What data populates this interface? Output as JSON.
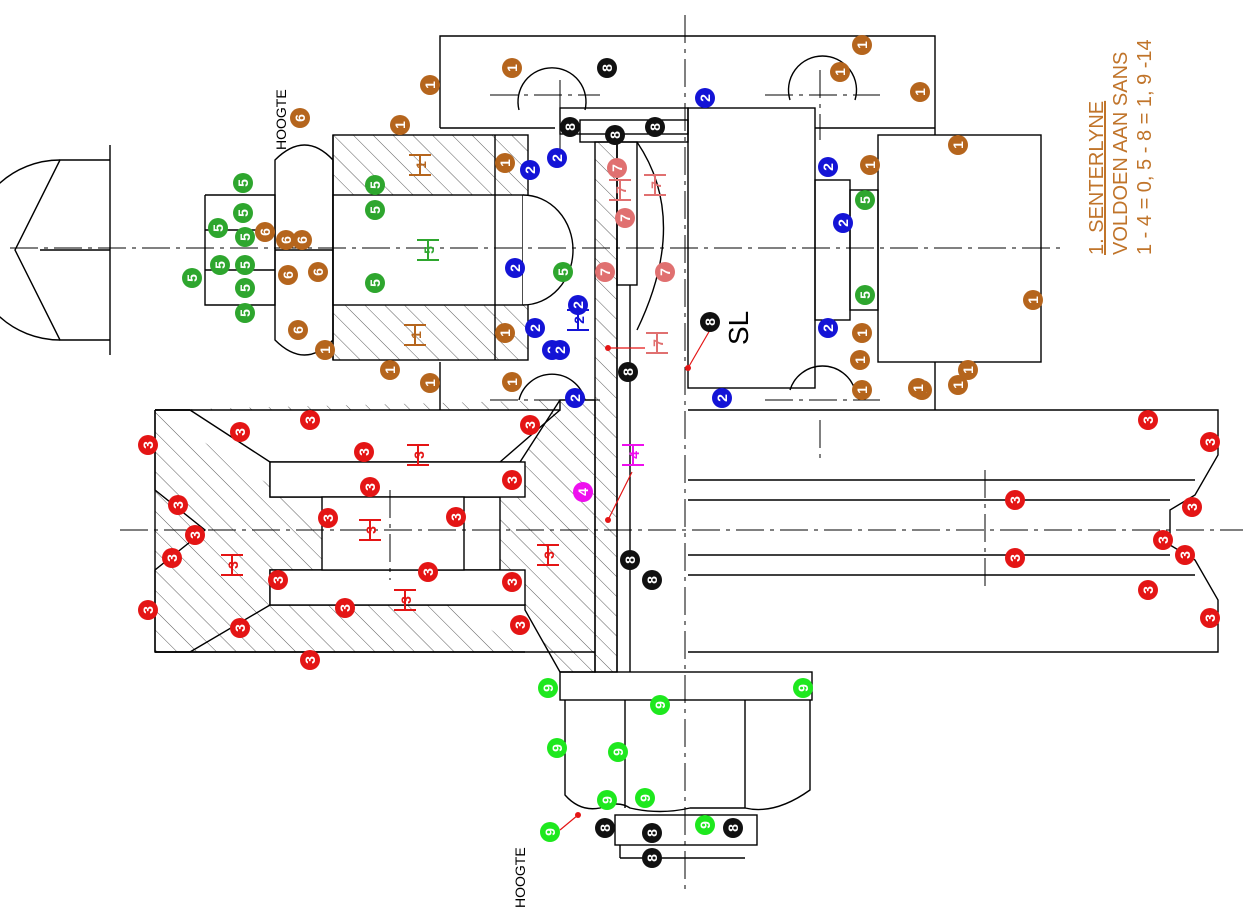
{
  "labels": {
    "hoogte_top": "HOOGTE",
    "hoogte_bottom": "HOOGTE",
    "sl": "SL"
  },
  "notes": {
    "line1": "1. SENTERLYNE",
    "line2": "VOLDOEN AAN SANS",
    "line3": "1 - 4 = 0, 5 - 8 = 1, 9 -14"
  },
  "colors": {
    "line": "#000000",
    "hatch": "#333333",
    "brown": "#b5651d",
    "black": "#111111",
    "blue": "#1414d6",
    "red": "#e41515",
    "green": "#2ea62e",
    "bright_green": "#1ee81e",
    "salmon": "#e07070",
    "magenta": "#ee10ee"
  },
  "markers": [
    {
      "n": "1",
      "c": "brown"
    },
    {
      "n": "1",
      "c": "brown"
    },
    {
      "n": "1",
      "c": "brown"
    },
    {
      "n": "1",
      "c": "brown"
    },
    {
      "n": "1",
      "c": "brown"
    },
    {
      "n": "1",
      "c": "brown"
    },
    {
      "n": "1",
      "c": "brown"
    },
    {
      "n": "1",
      "c": "brown"
    },
    {
      "n": "1",
      "c": "brown"
    },
    {
      "n": "1",
      "c": "brown"
    },
    {
      "n": "1",
      "c": "brown"
    },
    {
      "n": "1",
      "c": "brown"
    },
    {
      "n": "1",
      "c": "brown"
    },
    {
      "n": "1",
      "c": "brown"
    },
    {
      "n": "1",
      "c": "brown"
    },
    {
      "n": "1",
      "c": "brown"
    },
    {
      "n": "1",
      "c": "brown"
    },
    {
      "n": "1",
      "c": "brown"
    },
    {
      "n": "1",
      "c": "brown"
    },
    {
      "n": "1",
      "c": "brown"
    },
    {
      "n": "1",
      "c": "brown"
    },
    {
      "n": "1",
      "c": "brown"
    },
    {
      "n": "6",
      "c": "brown"
    },
    {
      "n": "6",
      "c": "brown"
    },
    {
      "n": "6",
      "c": "brown"
    },
    {
      "n": "6",
      "c": "brown"
    },
    {
      "n": "6",
      "c": "brown"
    },
    {
      "n": "6",
      "c": "brown"
    },
    {
      "n": "6",
      "c": "brown"
    },
    {
      "n": "8",
      "c": "black"
    },
    {
      "n": "8",
      "c": "black"
    },
    {
      "n": "8",
      "c": "black"
    },
    {
      "n": "8",
      "c": "black"
    },
    {
      "n": "8",
      "c": "black"
    },
    {
      "n": "8",
      "c": "black"
    },
    {
      "n": "8",
      "c": "black"
    },
    {
      "n": "8",
      "c": "black"
    },
    {
      "n": "8",
      "c": "black"
    },
    {
      "n": "8",
      "c": "black"
    },
    {
      "n": "8",
      "c": "black"
    },
    {
      "n": "8",
      "c": "black"
    },
    {
      "n": "2",
      "c": "blue"
    },
    {
      "n": "2",
      "c": "blue"
    },
    {
      "n": "2",
      "c": "blue"
    },
    {
      "n": "2",
      "c": "blue"
    },
    {
      "n": "2",
      "c": "blue"
    },
    {
      "n": "2",
      "c": "blue"
    },
    {
      "n": "2",
      "c": "blue"
    },
    {
      "n": "2",
      "c": "blue"
    },
    {
      "n": "2",
      "c": "blue"
    },
    {
      "n": "2",
      "c": "blue"
    },
    {
      "n": "2",
      "c": "blue"
    },
    {
      "n": "2",
      "c": "blue"
    },
    {
      "n": "2",
      "c": "blue"
    },
    {
      "n": "5",
      "c": "green"
    },
    {
      "n": "5",
      "c": "green"
    },
    {
      "n": "5",
      "c": "green"
    },
    {
      "n": "5",
      "c": "green"
    },
    {
      "n": "5",
      "c": "green"
    },
    {
      "n": "5",
      "c": "green"
    },
    {
      "n": "5",
      "c": "green"
    },
    {
      "n": "5",
      "c": "green"
    },
    {
      "n": "5",
      "c": "green"
    },
    {
      "n": "5",
      "c": "green"
    },
    {
      "n": "5",
      "c": "green"
    },
    {
      "n": "5",
      "c": "green"
    },
    {
      "n": "5",
      "c": "green"
    },
    {
      "n": "5",
      "c": "green"
    },
    {
      "n": "5",
      "c": "green"
    },
    {
      "n": "7",
      "c": "salmon"
    },
    {
      "n": "7",
      "c": "salmon"
    },
    {
      "n": "7",
      "c": "salmon"
    },
    {
      "n": "7",
      "c": "salmon"
    },
    {
      "n": "3",
      "c": "red"
    },
    {
      "n": "3",
      "c": "red"
    },
    {
      "n": "3",
      "c": "red"
    },
    {
      "n": "3",
      "c": "red"
    },
    {
      "n": "3",
      "c": "red"
    },
    {
      "n": "3",
      "c": "red"
    },
    {
      "n": "3",
      "c": "red"
    },
    {
      "n": "3",
      "c": "red"
    },
    {
      "n": "3",
      "c": "red"
    },
    {
      "n": "3",
      "c": "red"
    },
    {
      "n": "3",
      "c": "red"
    },
    {
      "n": "3",
      "c": "red"
    },
    {
      "n": "3",
      "c": "red"
    },
    {
      "n": "3",
      "c": "red"
    },
    {
      "n": "3",
      "c": "red"
    },
    {
      "n": "3",
      "c": "red"
    },
    {
      "n": "3",
      "c": "red"
    },
    {
      "n": "3",
      "c": "red"
    },
    {
      "n": "3",
      "c": "red"
    },
    {
      "n": "3",
      "c": "red"
    },
    {
      "n": "3",
      "c": "red"
    },
    {
      "n": "3",
      "c": "red"
    },
    {
      "n": "3",
      "c": "red"
    },
    {
      "n": "3",
      "c": "red"
    },
    {
      "n": "3",
      "c": "red"
    },
    {
      "n": "3",
      "c": "red"
    },
    {
      "n": "3",
      "c": "red"
    },
    {
      "n": "3",
      "c": "red"
    },
    {
      "n": "3",
      "c": "red"
    },
    {
      "n": "4",
      "c": "magenta"
    },
    {
      "n": "9",
      "c": "bright_green"
    },
    {
      "n": "9",
      "c": "bright_green"
    },
    {
      "n": "9",
      "c": "bright_green"
    },
    {
      "n": "9",
      "c": "bright_green"
    },
    {
      "n": "9",
      "c": "bright_green"
    },
    {
      "n": "9",
      "c": "bright_green"
    },
    {
      "n": "9",
      "c": "bright_green"
    },
    {
      "n": "9",
      "c": "bright_green"
    },
    {
      "n": "9",
      "c": "bright_green"
    }
  ],
  "dims": [
    {
      "n": "1",
      "c": "brown"
    },
    {
      "n": "1",
      "c": "brown"
    },
    {
      "n": "5",
      "c": "green"
    },
    {
      "n": "2",
      "c": "blue"
    },
    {
      "n": "7",
      "c": "salmon"
    },
    {
      "n": "7",
      "c": "salmon"
    },
    {
      "n": "7",
      "c": "salmon"
    },
    {
      "n": "3",
      "c": "red"
    },
    {
      "n": "3",
      "c": "red"
    },
    {
      "n": "3",
      "c": "red"
    },
    {
      "n": "3",
      "c": "red"
    },
    {
      "n": "3",
      "c": "red"
    },
    {
      "n": "4",
      "c": "magenta"
    }
  ]
}
